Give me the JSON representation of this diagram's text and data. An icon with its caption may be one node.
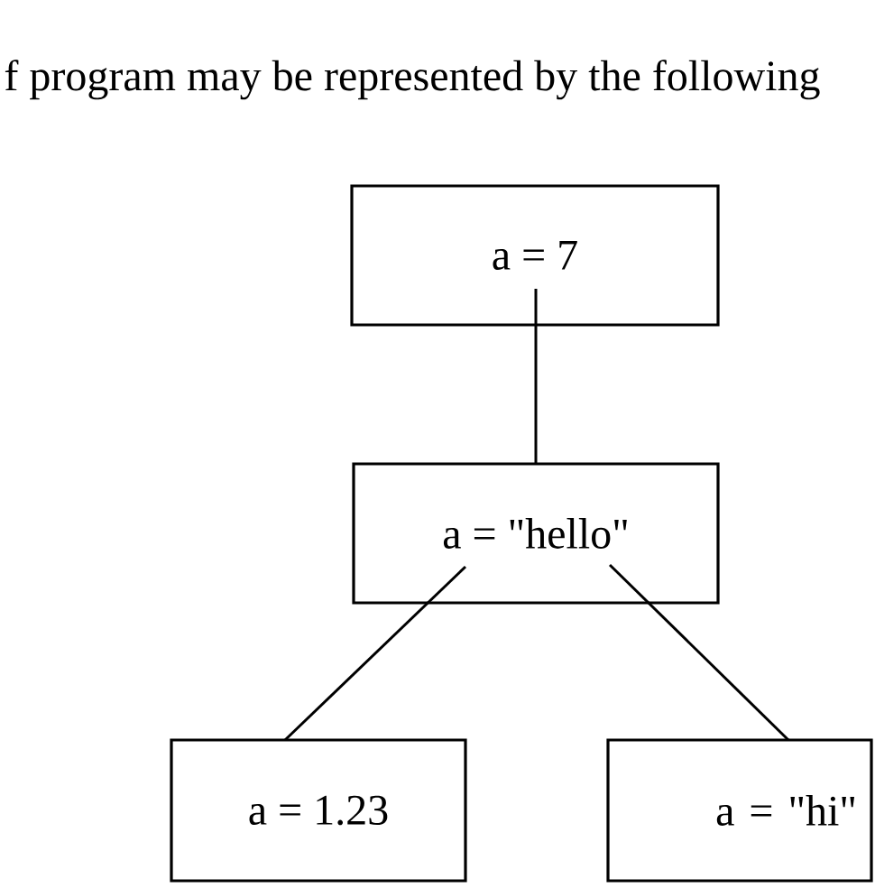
{
  "diagram": {
    "nodes": [
      {
        "text": [
          "a = 7"
        ]
      },
      {
        "text": [
          "a = \"hello\""
        ]
      },
      {
        "text": [
          "a = 1.23"
        ]
      },
      {
        "text": [
          "a = \"hi\""
        ]
      }
    ],
    "edges": [
      {
        "from": 0,
        "to": 1,
        "arrow": "none"
      },
      {
        "from": 1,
        "to": 2,
        "arrow": "none"
      },
      {
        "from": 1,
        "to": 3,
        "arrow": "none"
      }
    ],
    "labels": [
      "f program may be represented by the following"
    ]
  }
}
